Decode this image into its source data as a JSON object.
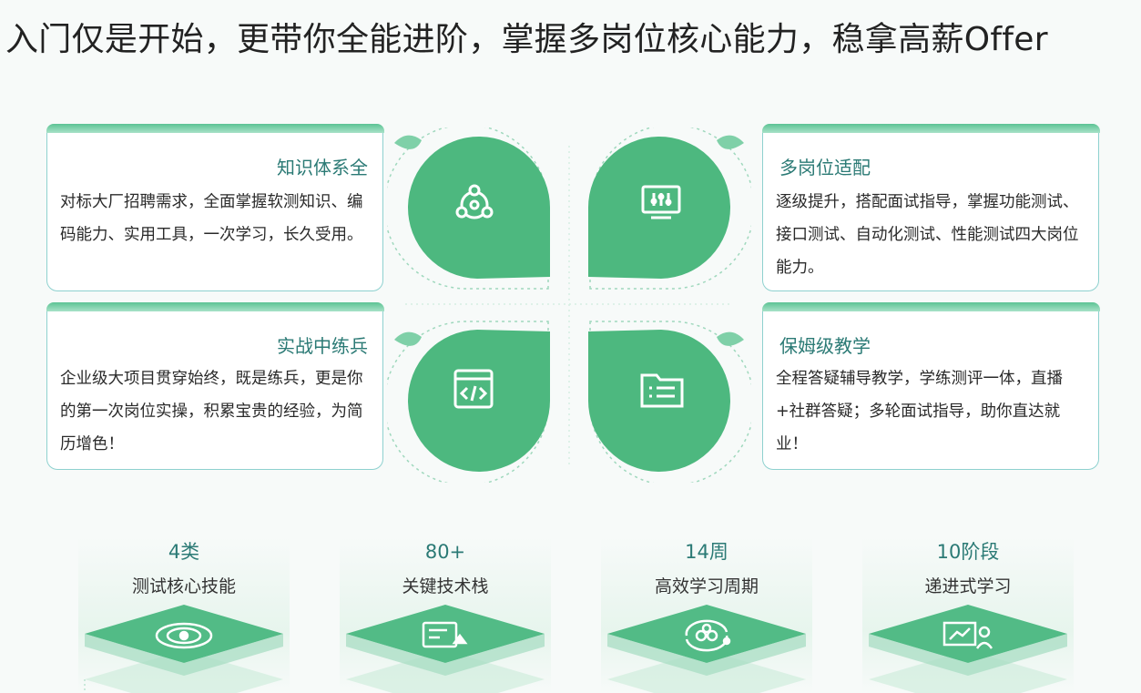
{
  "headline": "入门仅是开始，更带你全能进阶，掌握多岗位核心能力，稳拿高薪Offer",
  "features": [
    {
      "title": "知识体系全",
      "desc": "对标大厂招聘需求，全面掌握软测知识、编码能力、实用工具，一次学习，长久受用。",
      "icon": "network-icon"
    },
    {
      "title": "多岗位适配",
      "desc": "逐级提升，搭配面试指导，掌握功能测试、接口测试、自动化测试、性能测试四大岗位能力。",
      "icon": "monitor-icon"
    },
    {
      "title": "实战中练兵",
      "desc": "企业级大项目贯穿始终，既是练兵，更是你的第一次岗位实操，积累宝贵的经验，为简历增色！",
      "icon": "code-window-icon"
    },
    {
      "title": "保姆级教学",
      "desc": "全程答疑辅导教学，学练测评一体，直播+社群答疑；多轮面试指导，助你直达就业！",
      "icon": "folder-icon"
    }
  ],
  "stats": [
    {
      "number": "4类",
      "label": "测试核心技能",
      "icon": "orbit-icon"
    },
    {
      "number": "80+",
      "label": "关键技术栈",
      "icon": "tech-stack-icon"
    },
    {
      "number": "14周",
      "label": "高效学习周期",
      "icon": "cycle-icon"
    },
    {
      "number": "10阶段",
      "label": "递进式学习",
      "icon": "presentation-icon"
    }
  ],
  "colors": {
    "accent": "#4db87f",
    "title": "#2b7a75",
    "border": "#8ed1cf"
  }
}
